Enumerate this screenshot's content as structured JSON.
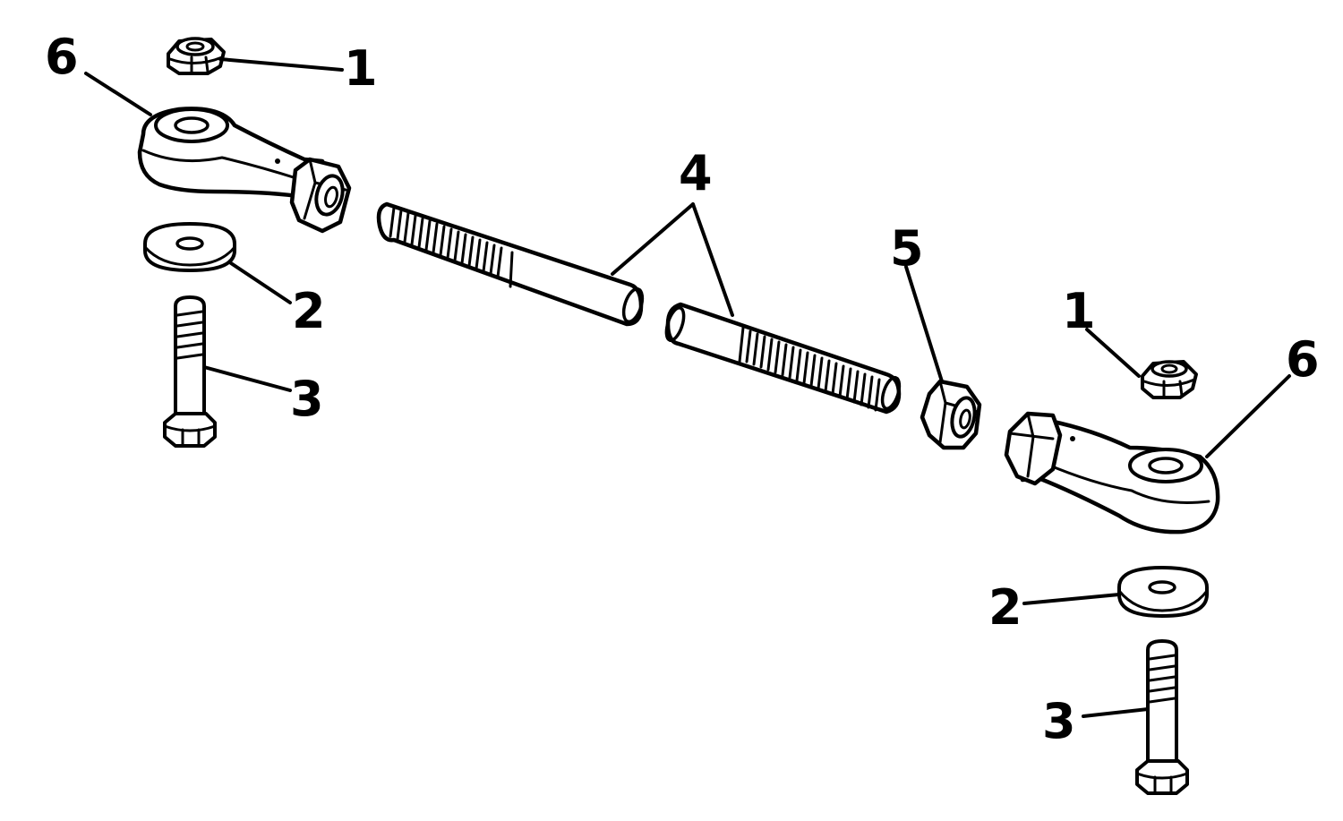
{
  "callouts": {
    "left_nut": "1",
    "left_washer": "2",
    "left_bolt": "3",
    "rod_pair": "4",
    "jam_nut": "5",
    "left_rod_end": "6",
    "right_nut": "1",
    "right_rod_end": "6",
    "right_washer": "2",
    "right_bolt": "3"
  }
}
